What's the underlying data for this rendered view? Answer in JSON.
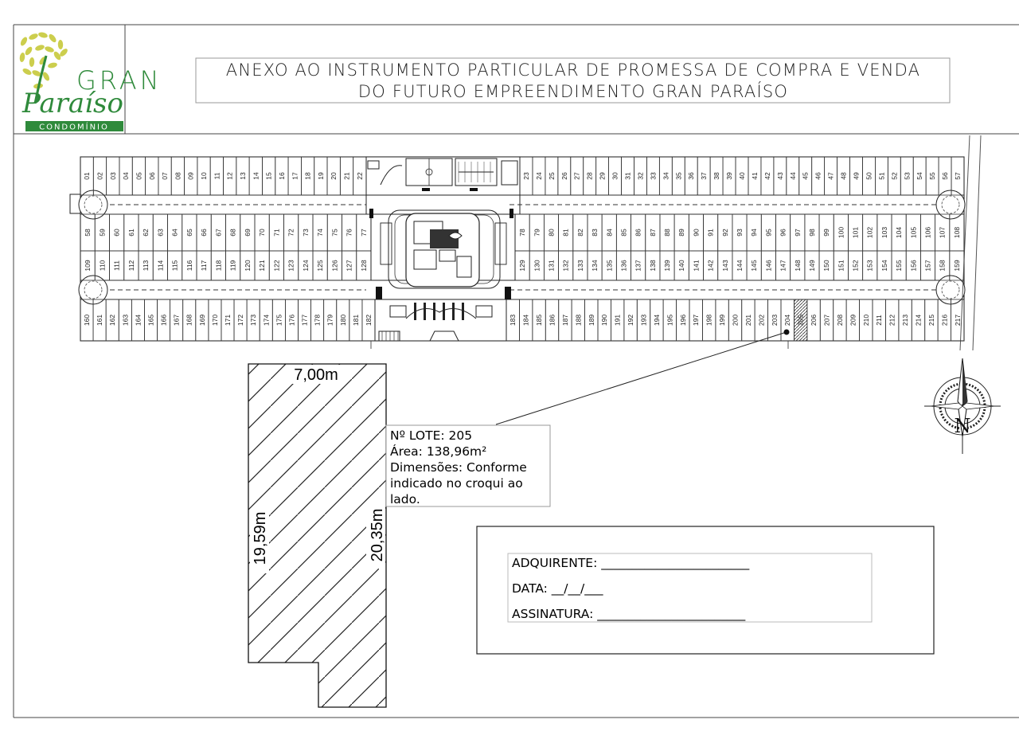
{
  "logo": {
    "word1": "GRAN",
    "word2": "Paraíso",
    "tag": "CONDOMÍNIO",
    "leaf_color": "#c6c93a",
    "green": "#2f8a3b"
  },
  "header": {
    "title_line1": "ANEXO AO INSTRUMENTO PARTICULAR DE PROMESSA DE COMPRA E VENDA",
    "title_line2": "DO FUTURO EMPREENDIMENTO GRAN PARAÍSO"
  },
  "site_plan": {
    "rows": [
      {
        "id": "row1",
        "left": [
          "01",
          "02",
          "03",
          "04",
          "05",
          "06",
          "07",
          "08",
          "09",
          "10",
          "11",
          "12",
          "13",
          "14",
          "15",
          "16",
          "17",
          "18",
          "19",
          "20",
          "21",
          "22"
        ],
        "right": [
          "23",
          "24",
          "25",
          "26",
          "27",
          "28",
          "29",
          "30",
          "31",
          "32",
          "33",
          "34",
          "35",
          "36",
          "37",
          "38",
          "39",
          "40",
          "41",
          "42",
          "43",
          "44",
          "45",
          "46",
          "47",
          "48",
          "49",
          "50",
          "51",
          "52",
          "53",
          "54",
          "55",
          "56",
          "57"
        ]
      },
      {
        "id": "row2",
        "left": [
          "58",
          "59",
          "60",
          "61",
          "62",
          "63",
          "64",
          "65",
          "66",
          "67",
          "68",
          "69",
          "70",
          "71",
          "72",
          "73",
          "74",
          "75",
          "76",
          "77"
        ],
        "right": [
          "78",
          "79",
          "80",
          "81",
          "82",
          "83",
          "84",
          "85",
          "86",
          "87",
          "88",
          "89",
          "90",
          "91",
          "92",
          "93",
          "94",
          "95",
          "96",
          "97",
          "98",
          "99",
          "100",
          "101",
          "102",
          "103",
          "104",
          "105",
          "106",
          "107",
          "108"
        ]
      },
      {
        "id": "row3",
        "left": [
          "109",
          "110",
          "111",
          "112",
          "113",
          "114",
          "115",
          "116",
          "117",
          "118",
          "119",
          "120",
          "121",
          "122",
          "123",
          "124",
          "125",
          "126",
          "127",
          "128"
        ],
        "right": [
          "129",
          "130",
          "131",
          "132",
          "133",
          "134",
          "135",
          "136",
          "137",
          "138",
          "139",
          "140",
          "141",
          "142",
          "143",
          "144",
          "145",
          "146",
          "147",
          "148",
          "149",
          "150",
          "151",
          "152",
          "153",
          "154",
          "155",
          "156",
          "157",
          "158",
          "159"
        ]
      },
      {
        "id": "row4",
        "left": [
          "160",
          "161",
          "162",
          "163",
          "164",
          "165",
          "166",
          "167",
          "168",
          "169",
          "170",
          "171",
          "172",
          "173",
          "174",
          "175",
          "176",
          "177",
          "178",
          "179",
          "180",
          "181",
          "182"
        ],
        "right": [
          "183",
          "184",
          "185",
          "186",
          "187",
          "188",
          "189",
          "190",
          "191",
          "192",
          "193",
          "194",
          "195",
          "196",
          "197",
          "198",
          "199",
          "200",
          "201",
          "202",
          "203",
          "204",
          "205",
          "206",
          "207",
          "208",
          "209",
          "210",
          "211",
          "212",
          "213",
          "214",
          "215",
          "216",
          "217"
        ]
      }
    ],
    "highlighted_lot": "205"
  },
  "lot_sketch": {
    "top": "7,00m",
    "left": "19,59m",
    "right": "20,35m"
  },
  "lot_info": {
    "number_line": "Nº LOTE: 205",
    "area_line": "Área: 138,96m²",
    "dims_line1": "Dimensões: Conforme",
    "dims_line2": "indicado no croqui ao",
    "dims_line3": "lado."
  },
  "signature_box": {
    "buyer": "ADQUIRENTE: ________________________",
    "date": "DATA: __/__/___",
    "sign": "ASSINATURA: ________________________"
  },
  "compass": {
    "north": "N"
  }
}
